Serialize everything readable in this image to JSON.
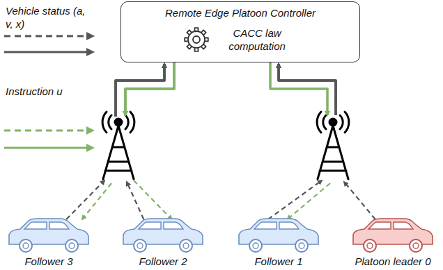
{
  "diagram": {
    "nodes": [
      {
        "text": [
          "Remote Edge Platoon Controller",
          "CACC law computation"
        ]
      },
      {
        "text": [
          "Follower 3"
        ]
      },
      {
        "text": [
          "Follower 2"
        ]
      },
      {
        "text": [
          "Follower 1"
        ]
      },
      {
        "text": [
          "Platoon leader 0"
        ]
      }
    ],
    "edges": [
      {
        "from": 1,
        "to": 0,
        "arrow": "to"
      },
      {
        "from": 0,
        "to": 1,
        "arrow": "to"
      },
      {
        "from": 2,
        "to": 0,
        "arrow": "to"
      },
      {
        "from": 0,
        "to": 2,
        "arrow": "to"
      },
      {
        "from": 3,
        "to": 0,
        "arrow": "to"
      },
      {
        "from": 0,
        "to": 3,
        "arrow": "to"
      },
      {
        "from": 4,
        "to": 0,
        "arrow": "to"
      }
    ],
    "legend": [
      {
        "text": "Vehicle status (a, v, x)"
      },
      {
        "text": "Instruction u"
      }
    ]
  }
}
